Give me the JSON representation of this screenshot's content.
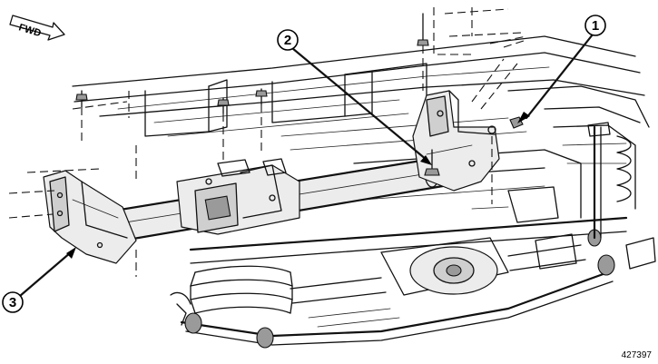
{
  "direction_indicator": {
    "label": "FWD"
  },
  "callouts": [
    {
      "number": "1"
    },
    {
      "number": "2"
    },
    {
      "number": "3"
    }
  ],
  "figure_number": "427397"
}
